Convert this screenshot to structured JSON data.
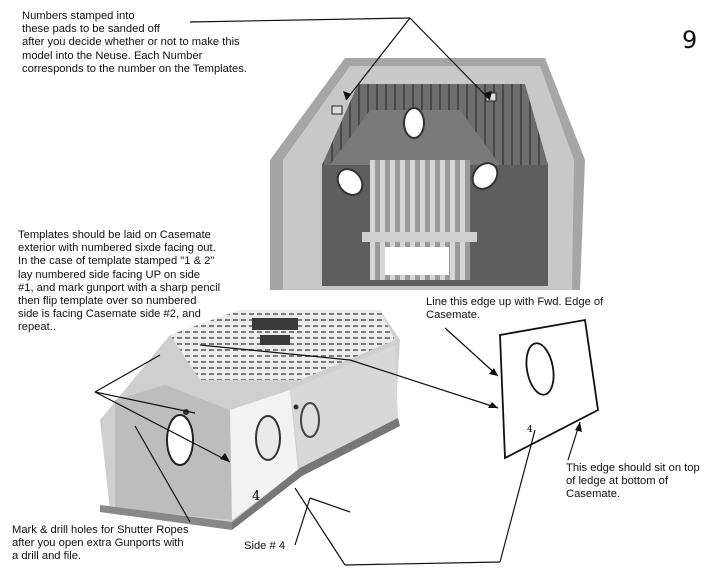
{
  "page": {
    "number": "9"
  },
  "callouts": {
    "numbers_note": "Numbers stamped into\nthese pads to be sanded off\nafter you decide whether or not to make this\nmodel into the Neuse. Each Number\ncorresponds to the number on the Templates.",
    "templates_note": "Templates should be laid on Casemate\nexterior with numbered sixde facing out.\nIn the case of template stamped \"1 & 2\"\nlay numbered side facing UP on side\n#1, and mark gunport with a sharp pencil\n then flip template over so numbered\nside is facing Casemate side #2, and\nrepeat..",
    "line_up_note": "Line this edge up with Fwd. Edge of\nCasemate.",
    "ledge_note": "This edge should sit on top\nof ledge at bottom of\nCasemate.",
    "drill_note": "Mark & drill holes for Shutter Ropes\n after you open extra Gunports with\na drill and file.",
    "side_label": "Side # 4"
  },
  "template_piece": {
    "stamp": "4"
  },
  "casemate_side": {
    "stamp": "4"
  }
}
